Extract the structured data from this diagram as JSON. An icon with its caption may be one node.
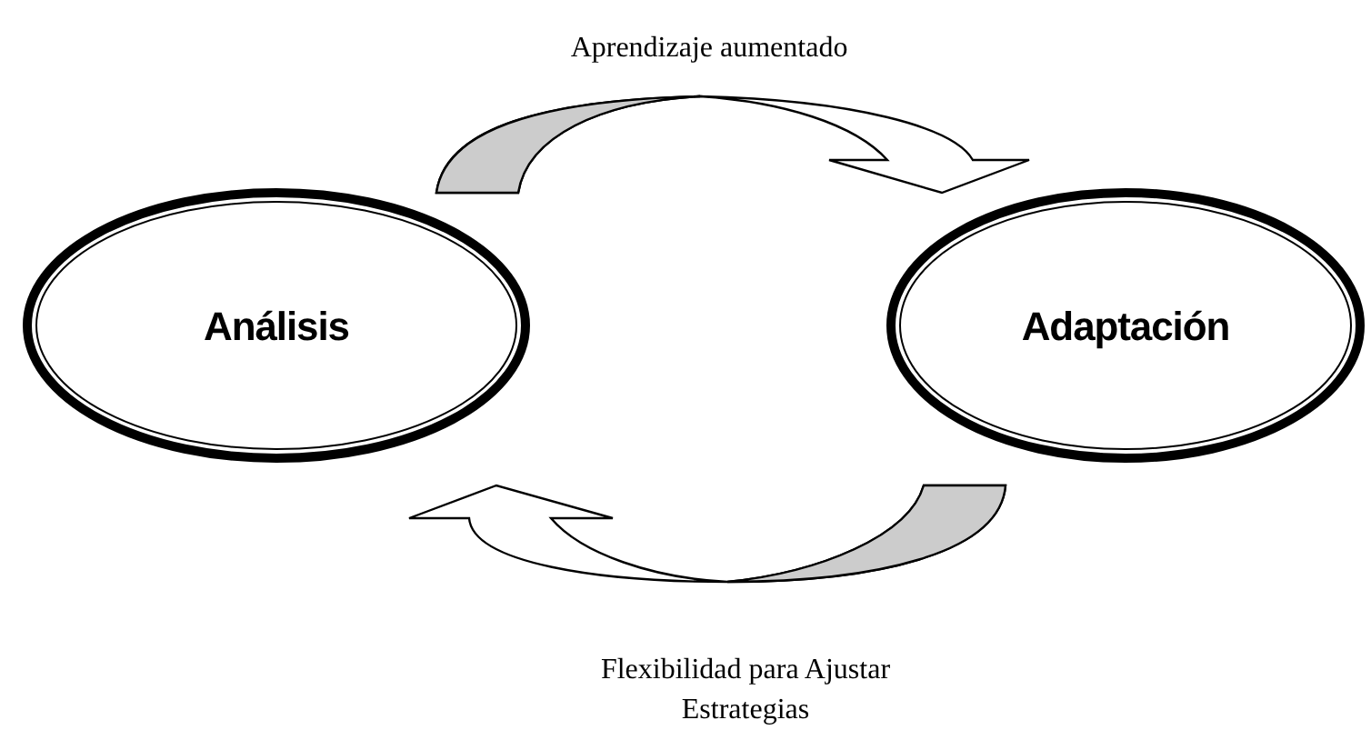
{
  "diagram": {
    "nodes": [
      {
        "text": [
          "Análisis"
        ]
      },
      {
        "text": [
          "Adaptación"
        ]
      }
    ],
    "edges": [
      {
        "from": 0,
        "to": 1,
        "arrow": "to",
        "label": "Aprendizaje aumentado"
      },
      {
        "from": 1,
        "to": 0,
        "arrow": "to",
        "label": "Flexibilidad para Ajustar Estrategias"
      }
    ]
  }
}
